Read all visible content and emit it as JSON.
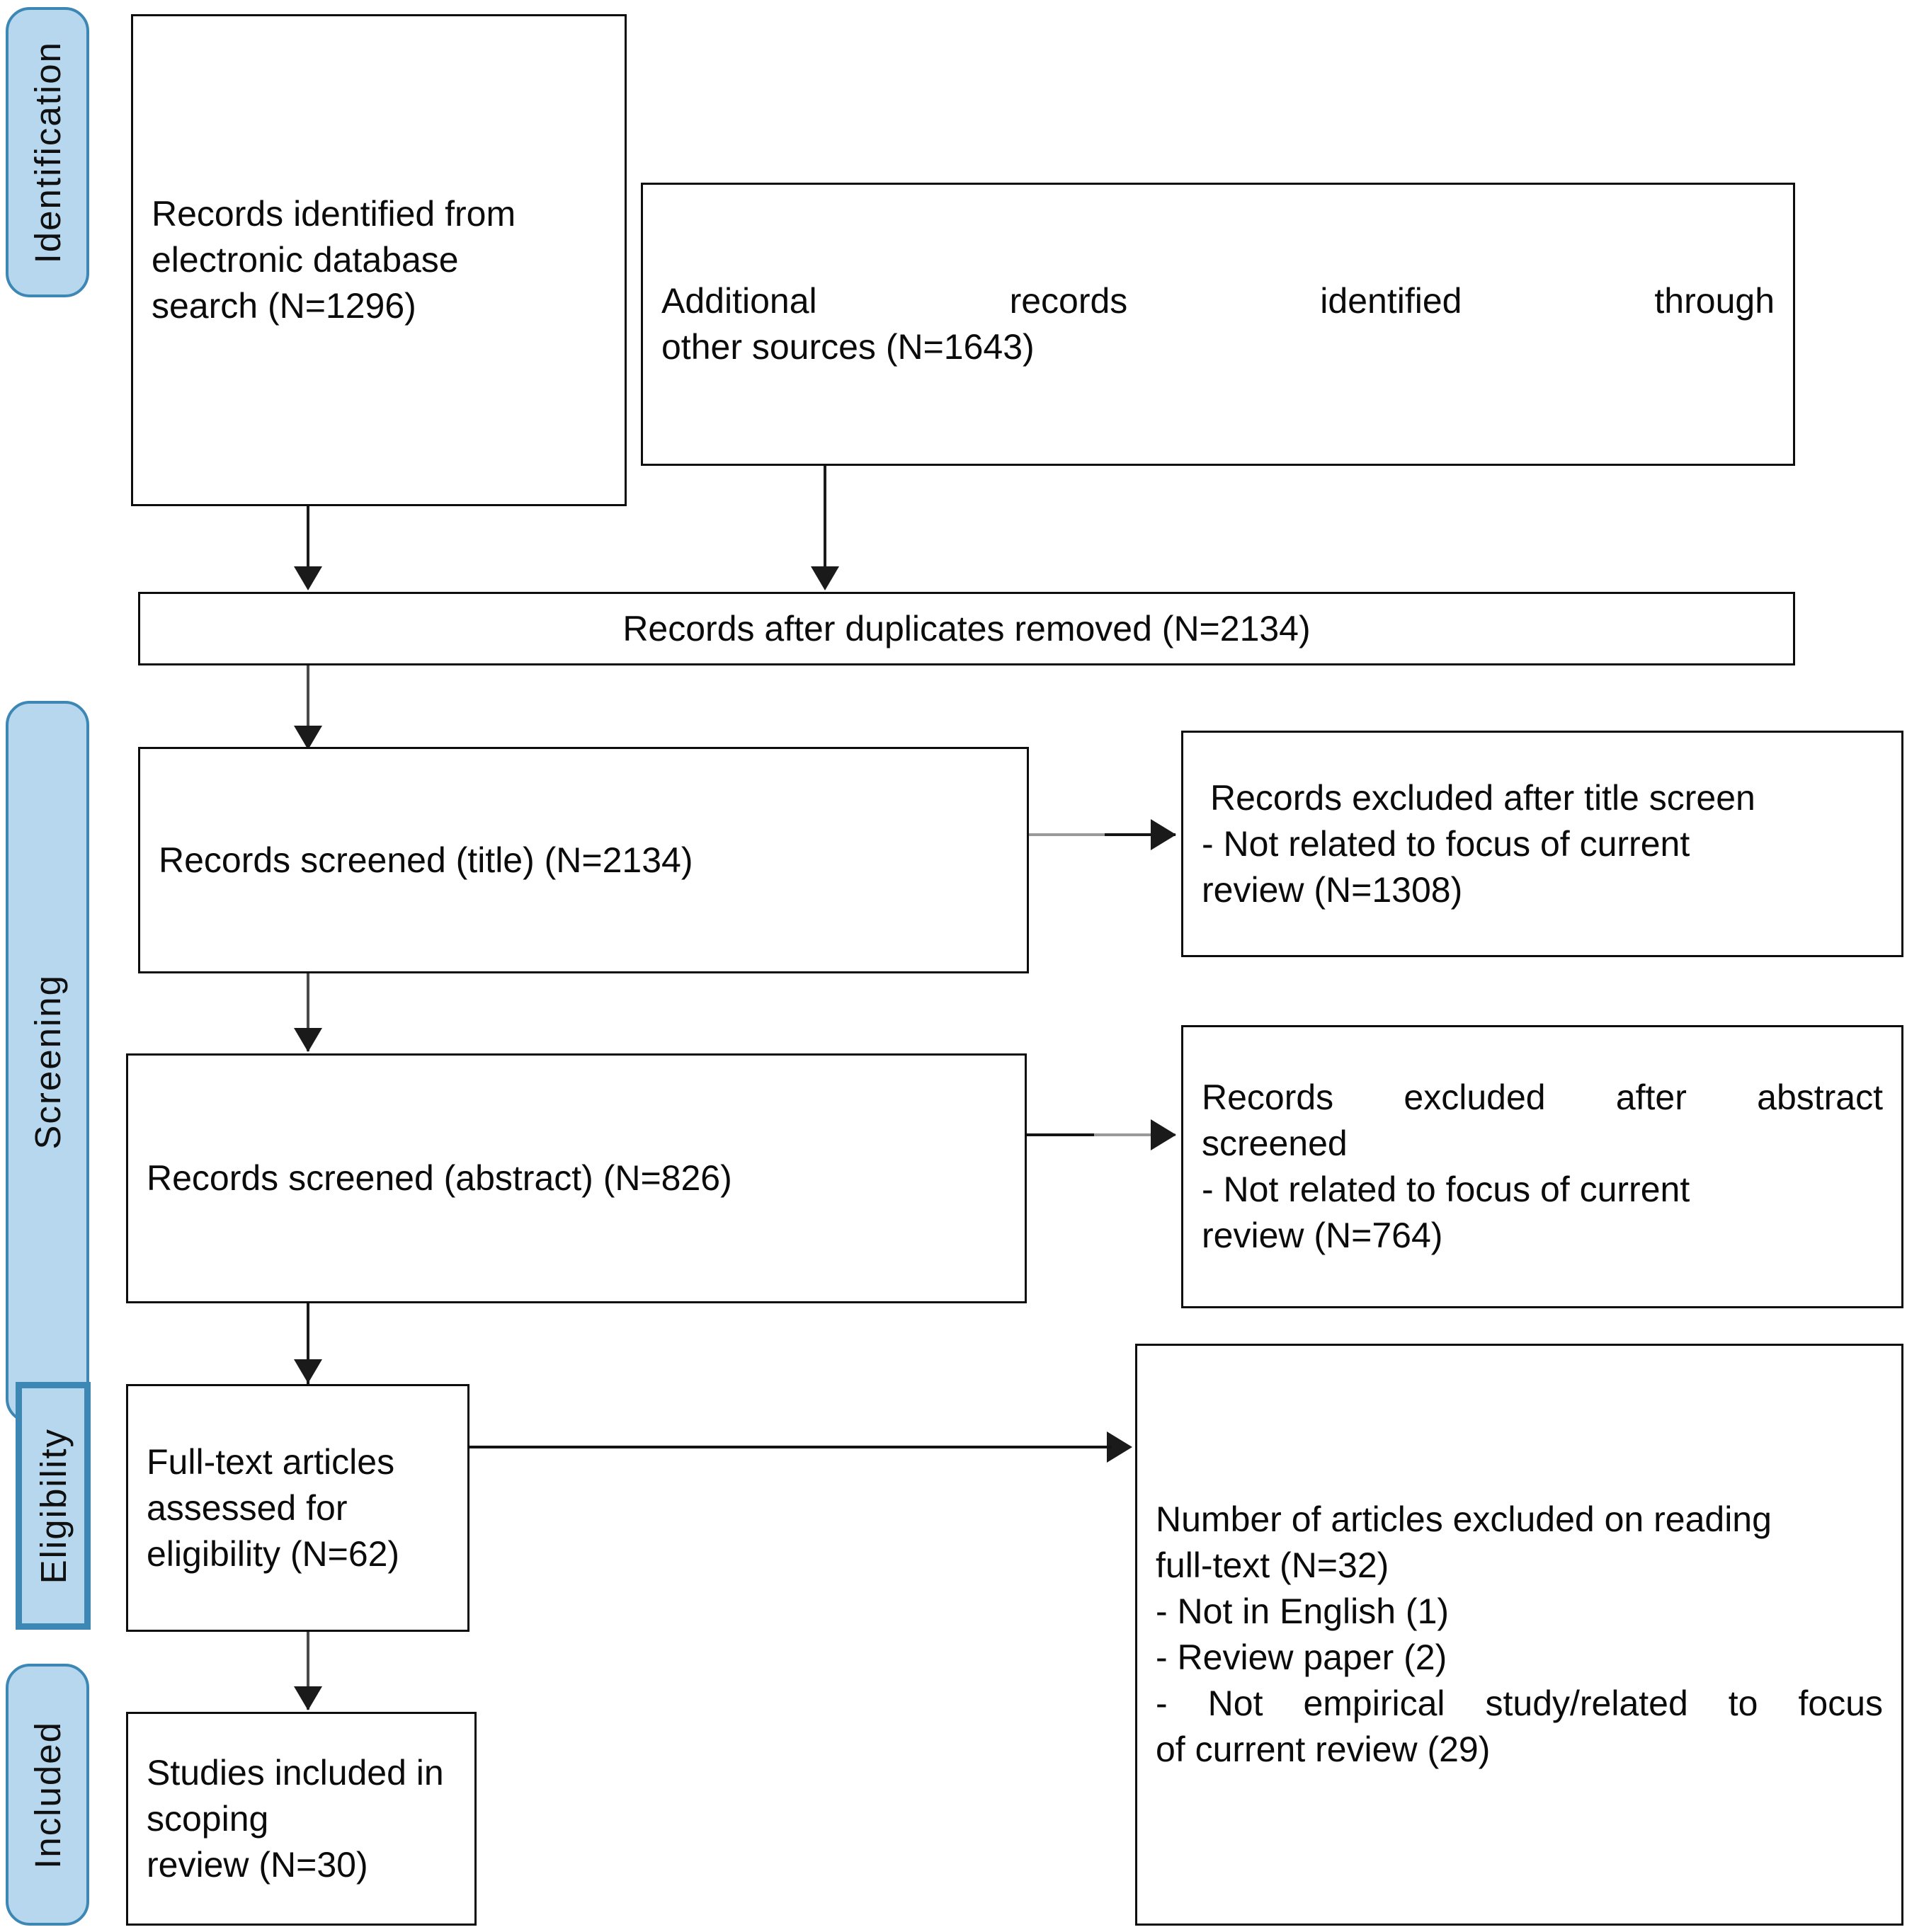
{
  "diagram": {
    "type": "prisma-flow-diagram",
    "title": "PRISMA scoping review flow diagram"
  },
  "stages": [
    {
      "id": "identification",
      "label": "Identification",
      "shape": "rounded"
    },
    {
      "id": "screening",
      "label": "Screening",
      "shape": "rounded"
    },
    {
      "id": "eligibility",
      "label": "Eligibility",
      "shape": "square"
    },
    {
      "id": "included",
      "label": "Included",
      "shape": "rounded"
    }
  ],
  "boxes": {
    "records_identified": {
      "lines": [
        "Records identified from electronic database",
        "search (N=1296)"
      ],
      "count": 1296
    },
    "additional_records": {
      "lines": [
        "Additional records identified through",
        "other sources (N=1643)"
      ],
      "count": 1643
    },
    "duplicates_removed": {
      "lines": [
        "Records after duplicates removed (N=2134)"
      ],
      "count": 2134
    },
    "screened_title": {
      "lines": [
        "Records screened (title) (N=2134)"
      ],
      "count": 2134
    },
    "excluded_title": {
      "lines": [
        "Records excluded after title screen",
        "- Not related to focus of current",
        "review (N=1308)"
      ],
      "count": 1308
    },
    "screened_abstract": {
      "lines": [
        "Records screened (abstract) (N=826)"
      ],
      "count": 826
    },
    "excluded_abstract": {
      "lines": [
        "Records excluded after abstract",
        "screened",
        "- Not related to focus of current",
        "review (N=764)"
      ],
      "count": 764
    },
    "fulltext_assessed": {
      "lines": [
        "Full-text articles assessed for",
        "eligibility (N=62)"
      ],
      "count": 62
    },
    "excluded_fulltext": {
      "lines": [
        "Number of articles excluded on reading",
        "full-text (N=32)",
        "- Not in English (1)",
        "- Review paper (2)",
        "- Not empirical study/related to focus",
        "of current review (29)"
      ],
      "count": 32,
      "reasons": [
        {
          "label": "Not in English",
          "count": 1
        },
        {
          "label": "Review paper",
          "count": 2
        },
        {
          "label": "Not empirical study/related to focus of current review",
          "count": 29
        }
      ]
    },
    "included_studies": {
      "lines": [
        "Studies included in scoping",
        "review (N=30)"
      ],
      "count": 30
    }
  },
  "colors": {
    "pill_fill": "#b6d7ee",
    "pill_border": "#3d87b4",
    "box_border": "#0d0d0d",
    "connector": "#1a1a1a",
    "text": "#0b0b0b"
  }
}
